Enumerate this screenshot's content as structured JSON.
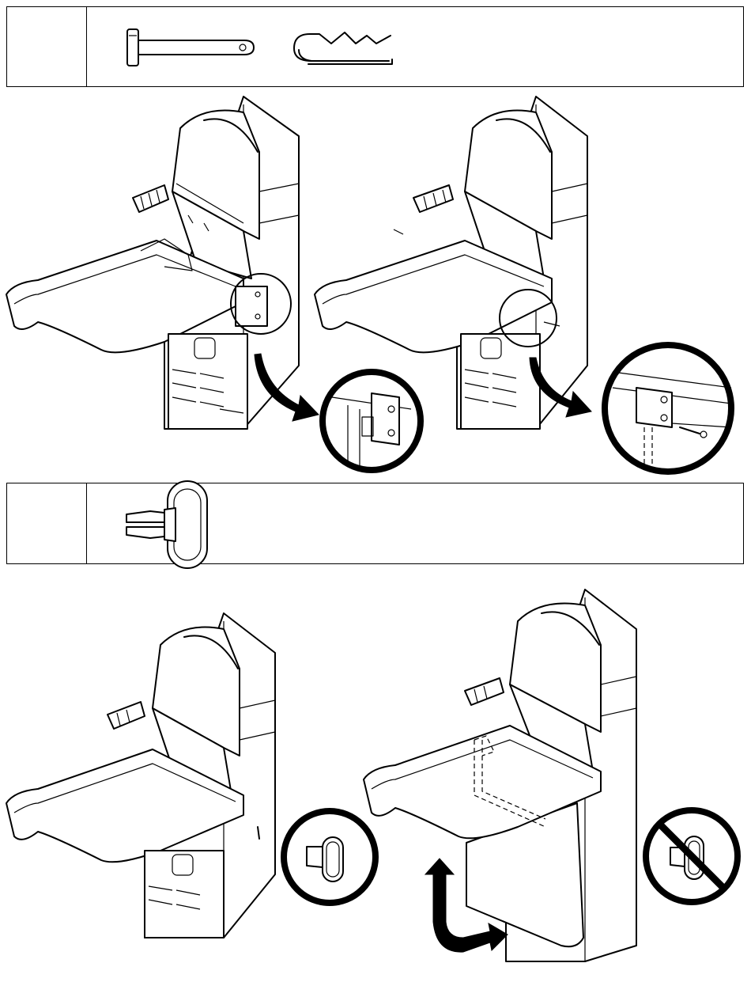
{
  "document": {
    "type": "assembly-instructions",
    "colors": {
      "ink": "#000000",
      "paper": "#ffffff"
    },
    "parts_panels": [
      {
        "id": "parts-1",
        "items": [
          "clevis-pin-icon",
          "hairpin-cotter-clip-icon"
        ]
      },
      {
        "id": "parts-2",
        "items": [
          "push-pin-fastener-icon"
        ]
      }
    ],
    "steps": [
      {
        "id": "step-1",
        "callouts": [
          "bracket-detail-circle"
        ],
        "arrow": "curved-arrow-icon"
      },
      {
        "id": "step-2",
        "callouts": [
          "pin-insert-detail-circle"
        ],
        "arrow": "curved-arrow-icon"
      },
      {
        "id": "step-3",
        "callouts": [
          "push-pin-detail-circle"
        ]
      },
      {
        "id": "step-4",
        "callouts": [
          "prohibited-detail-circle"
        ],
        "arrow": "fold-down-arrow-icon"
      }
    ]
  }
}
